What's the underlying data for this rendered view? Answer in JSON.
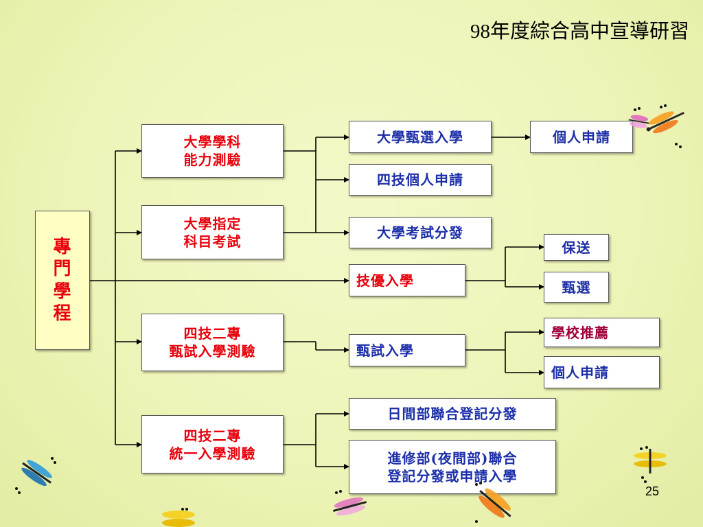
{
  "slide": {
    "title": "98年度綜合高中宣導研習",
    "page_number": "25"
  },
  "root": {
    "label": "專\n門\n學\n程"
  },
  "exams": {
    "ability": "大學學科\n能力測驗",
    "assigned": "大學指定\n科目考試",
    "tvet_screen": "四技二專\n甄試入學測驗",
    "tvet_unified": "四技二專\n統一入學測驗"
  },
  "routes": {
    "univ_select": "大學甄選入學",
    "tech_individual": "四技個人申請",
    "univ_exam_dist": "大學考試分發",
    "skill_excellence": "技優入學",
    "screen_admission": "甄試入學",
    "day_joint": "日間部聯合登記分發",
    "evening_joint": "進修部(夜間部)聯合\n登記分發或申請入學"
  },
  "outcomes": {
    "individual_app_1": "個人申請",
    "guaranteed": "保送",
    "selection": "甄選",
    "school_recommend": "學校推薦",
    "individual_app_2": "個人申請"
  },
  "colors": {
    "exam_text": "#e8000b",
    "route_text": "#1c2fa8",
    "highlight_text": "#a0003c",
    "root_fill": "#ffffc4"
  }
}
